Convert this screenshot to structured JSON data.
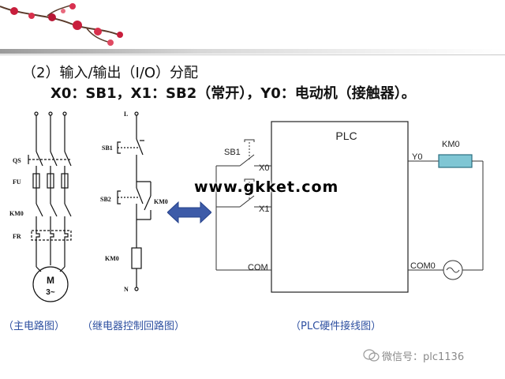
{
  "heading": "（2）输入/输出（I/O）分配",
  "assignment": "X0：SB1，X1：SB2（常开），Y0：电动机（接触器）。",
  "main_circuit": {
    "qs": "QS",
    "fu": "FU",
    "km0": "KM0",
    "fr": "FR",
    "motor_m": "M",
    "motor_phase": "3~"
  },
  "relay_circuit": {
    "l": "L",
    "sb1": "SB1",
    "sb2": "SB2",
    "km0_contact": "KM0",
    "km0_coil": "KM0",
    "n": "N"
  },
  "plc_circuit": {
    "plc": "PLC",
    "sb1": "SB1",
    "x0": "X0",
    "x1": "X1",
    "com": "COM",
    "y0": "Y0",
    "km0": "KM0",
    "com0": "COM0"
  },
  "captions": {
    "main": "（主电路图）",
    "relay": "（继电器控制回路图）",
    "plc": "（PLC硬件接线图）"
  },
  "watermark": "www.gkket.com",
  "wechat": "微信号：plc1136",
  "colors": {
    "coil_fill": "#7fc6d4",
    "arrow_fill": "#3d5ba8",
    "caption_text": "#2d4fa0"
  }
}
